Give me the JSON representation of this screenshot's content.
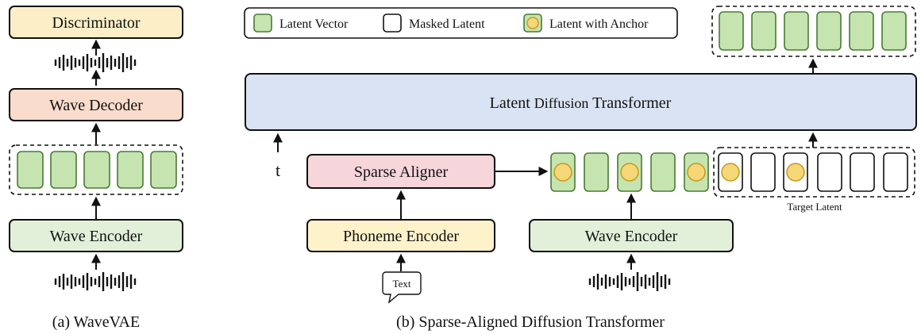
{
  "colors": {
    "latent_fill": "#c5e4b0",
    "latent_stroke": "#4a7a35",
    "anchor_fill": "#f5d778",
    "anchor_stroke": "#c49a1c",
    "discriminator": "#fcefc8",
    "wave_decoder": "#fadccc",
    "wave_encoder": "#e2f0d9",
    "dit": "#dae3f3",
    "sparse_aligner": "#f6d5db",
    "phoneme_encoder": "#fef2cb",
    "stroke": "#111111"
  },
  "panel_a": {
    "discriminator": "Discriminator",
    "wave_decoder": "Wave Decoder",
    "wave_encoder": "Wave Encoder",
    "caption": "(a) WaveVAE"
  },
  "panel_b": {
    "legend": {
      "latent_vector": "Latent Vector",
      "masked_latent": "Masked Latent",
      "latent_with_anchor": "Latent with Anchor"
    },
    "dit_prefix": "Latent ",
    "dit_middle": "Diffusion",
    "dit_suffix": " Transformer",
    "timestep": "t",
    "sparse_aligner": "Sparse Aligner",
    "phoneme_encoder": "Phoneme Encoder",
    "text_bubble": "Text",
    "wave_encoder": "Wave Encoder",
    "target_latent": "Target Latent",
    "caption": "(b) Sparse-Aligned Diffusion Transformer"
  }
}
